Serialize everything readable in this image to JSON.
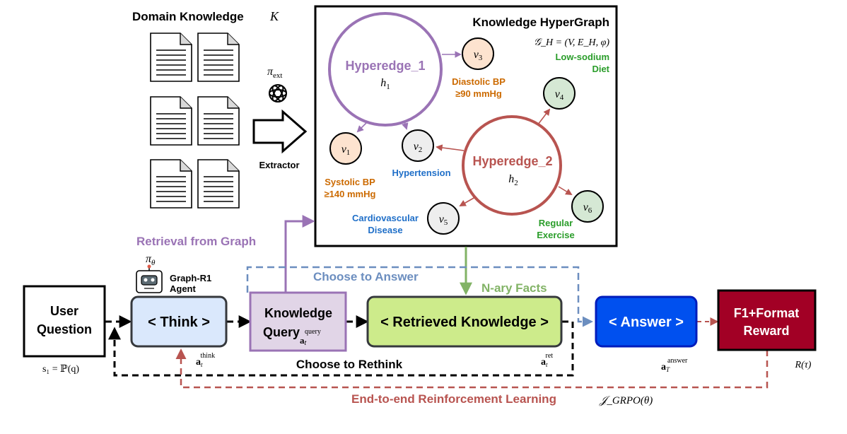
{
  "domain_knowledge": {
    "title": "Domain Knowledge",
    "symbol": "K"
  },
  "extractor": {
    "policy_symbol": "π",
    "policy_subscript": "ext",
    "label": "Extractor"
  },
  "hypergraph": {
    "title": "Knowledge HyperGraph",
    "formula": "𝒢_H = (V, E_H, φ)",
    "hyperedges": [
      {
        "name": "Hyperedge_1",
        "symbol": "h",
        "sub": "1",
        "color": "#9a73b5"
      },
      {
        "name": "Hyperedge_2",
        "symbol": "h",
        "sub": "2",
        "color": "#b85450"
      }
    ],
    "nodes": [
      {
        "symbol": "v",
        "sub": "1",
        "label_lines": [
          "Systolic BP",
          "≥140 mmHg"
        ],
        "fill": "#fde3cf",
        "label_color": "#cc6a00"
      },
      {
        "symbol": "v",
        "sub": "2",
        "label_lines": [
          "Hypertension"
        ],
        "fill": "#eeeeee",
        "label_color": "#1f6fc8"
      },
      {
        "symbol": "v",
        "sub": "3",
        "label_lines": [
          "Diastolic BP",
          "≥90 mmHg"
        ],
        "fill": "#fde3cf",
        "label_color": "#cc6a00"
      },
      {
        "symbol": "v",
        "sub": "4",
        "label_lines": [
          "Low-sodium",
          "Diet"
        ],
        "fill": "#d5e8d4",
        "label_color": "#2a9d2a"
      },
      {
        "symbol": "v",
        "sub": "5",
        "label_lines": [
          "Cardiovascular",
          "Disease"
        ],
        "fill": "#eeeeee",
        "label_color": "#1f6fc8"
      },
      {
        "symbol": "v",
        "sub": "6",
        "label_lines": [
          "Regular",
          "Exercise"
        ],
        "fill": "#d5e8d4",
        "label_color": "#2a9d2a"
      }
    ]
  },
  "agent": {
    "policy_symbol": "π",
    "policy_subscript": "θ",
    "name_lines": [
      "Graph-R1",
      "Agent"
    ]
  },
  "flow": {
    "user_question": [
      "User",
      "Question"
    ],
    "state": "s₁ = ℙ(q)",
    "think": "< Think >",
    "think_sub": "a",
    "think_sup": "think",
    "query_line1": "Knowledge",
    "query_line2": "Query",
    "query_sup": "query",
    "retrieved": "< Retrieved Knowledge >",
    "retrieved_sup": "ret",
    "answer": "< Answer >",
    "answer_sup": "answer",
    "reward": [
      "F1+Format",
      "Reward"
    ],
    "reward_symbol": "R(τ)"
  },
  "labels": {
    "retrieval_from_graph": "Retrieval from Graph",
    "choose_to_answer": "Choose to Answer",
    "nary_facts": "N-ary Facts",
    "choose_to_rethink": "Choose to Rethink",
    "rl": "End-to-end Reinforcement Learning",
    "rl_symbol": "𝒥_GRPO(θ)"
  },
  "colors": {
    "think_fill": "#dae8fc",
    "think_stroke": "#6c8ebf",
    "query_fill": "#e1d5e7",
    "query_stroke": "#9a73b5",
    "retrieved_fill": "#cdeb8b",
    "retrieved_stroke": "#36393d",
    "answer_fill": "#0050ef",
    "answer_stroke": "#001dbc",
    "reward_fill": "#a20025",
    "reward_stroke": "#6f0000",
    "purple": "#9a73b5",
    "blue_dash": "#6c8ebf",
    "green_arrow": "#82b366",
    "red_dash": "#b85450"
  }
}
